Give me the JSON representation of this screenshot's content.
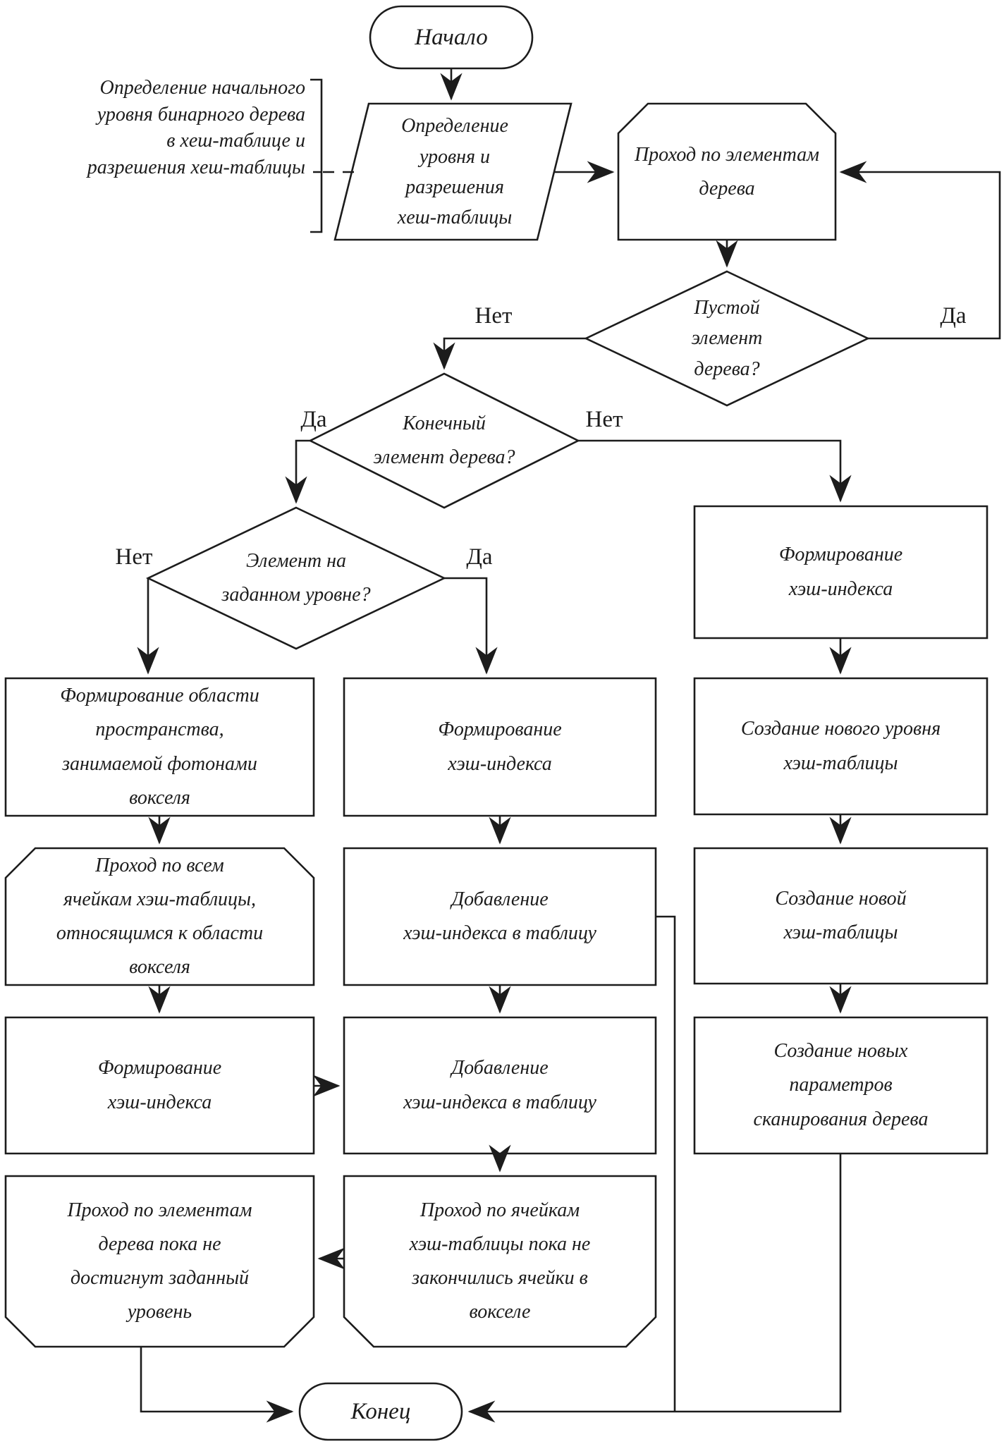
{
  "diagram": {
    "colors": {
      "line": "#1c1c1c",
      "background": "#ffffff"
    },
    "nodes": {
      "start": {
        "type": "terminator",
        "label": "Начало"
      },
      "annotation": {
        "type": "comment",
        "label": "Определение начального\nуровня бинарного дерева\nв хеш-таблице и\nразрешения хеш-таблицы"
      },
      "io_define": {
        "type": "io",
        "label": "Определение\nуровня и\nразрешения\nхеш-таблицы"
      },
      "traverse": {
        "type": "loop-begin",
        "label": "Проход по элементам\nдерева"
      },
      "d_empty": {
        "type": "decision",
        "label": "Пустой\nэлемент\nдерева?",
        "yes": "Да",
        "no": "Нет"
      },
      "d_final": {
        "type": "decision",
        "label": "Конечный\nэлемент дерева?",
        "yes": "Да",
        "no": "Нет"
      },
      "d_level": {
        "type": "decision",
        "label": "Элемент на\nзаданном уровне?",
        "yes": "Да",
        "no": "Нет"
      },
      "left_1": {
        "type": "process",
        "label": "Формирование области\nпространства,\nзанимаемой фотонами\nвокселя"
      },
      "left_2": {
        "type": "loop-begin",
        "label": "Проход по всем\nячейкам хэш-таблицы,\nотносящимся к области\nвокселя"
      },
      "left_3": {
        "type": "process",
        "label": "Формирование\nхэш-индекса"
      },
      "left_4": {
        "type": "loop-end",
        "label": "Проход по элементам\nдерева пока не\nдостигнут заданный\nуровень"
      },
      "mid_1": {
        "type": "process",
        "label": "Формирование\nхэш-индекса"
      },
      "mid_2": {
        "type": "process",
        "label": "Добавление\nхэш-индекса в таблицу"
      },
      "mid_3": {
        "type": "process",
        "label": "Добавление\nхэш-индекса в таблицу"
      },
      "mid_4": {
        "type": "loop-end",
        "label": "Проход по ячейкам\nхэш-таблицы пока не\nзакончились ячейки в\nвокселе"
      },
      "right_1": {
        "type": "process",
        "label": "Формирование\nхэш-индекса"
      },
      "right_2": {
        "type": "process",
        "label": "Создание нового уровня\nхэш-таблицы"
      },
      "right_3": {
        "type": "process",
        "label": "Создание новой\nхэш-таблицы"
      },
      "right_4": {
        "type": "process",
        "label": "Создание новых\nпараметров\nсканирования дерева"
      },
      "end": {
        "type": "terminator",
        "label": "Конец"
      }
    }
  }
}
